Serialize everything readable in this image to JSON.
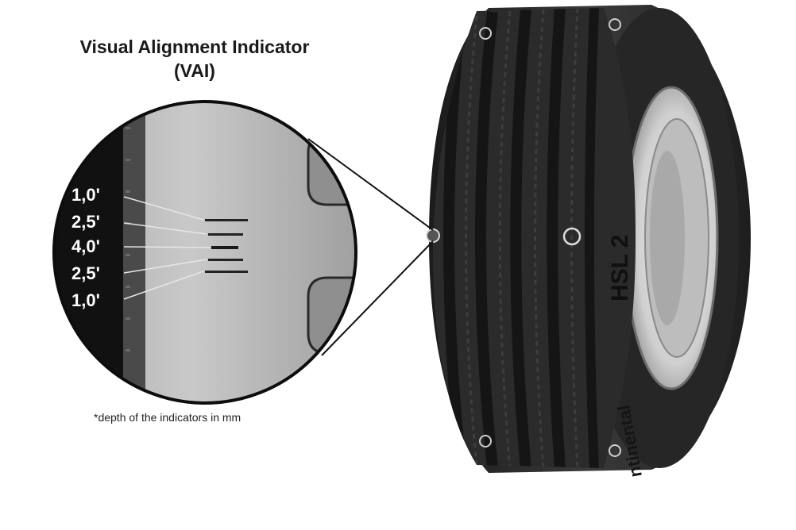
{
  "title": {
    "line1": "Visual Alignment Indicator",
    "line2": "(VAI)"
  },
  "depth_labels": [
    "1,0'",
    "2,5'",
    "4,0'",
    "2,5'",
    "1,0'"
  ],
  "footnote": "*depth of the indicators in mm",
  "sidewall_text": {
    "model": "HSL 2",
    "brand": "ntinental"
  },
  "colors": {
    "background": "#ffffff",
    "tire_rubber": "#2a2a2a",
    "tread_groove": "#161616",
    "rim": "#d9d9d9",
    "zoom_face": "#b8b8b8",
    "label_text": "#ffffff"
  },
  "icons": [
    "zoom-magnifier-circle",
    "indicator-marker-circle"
  ]
}
